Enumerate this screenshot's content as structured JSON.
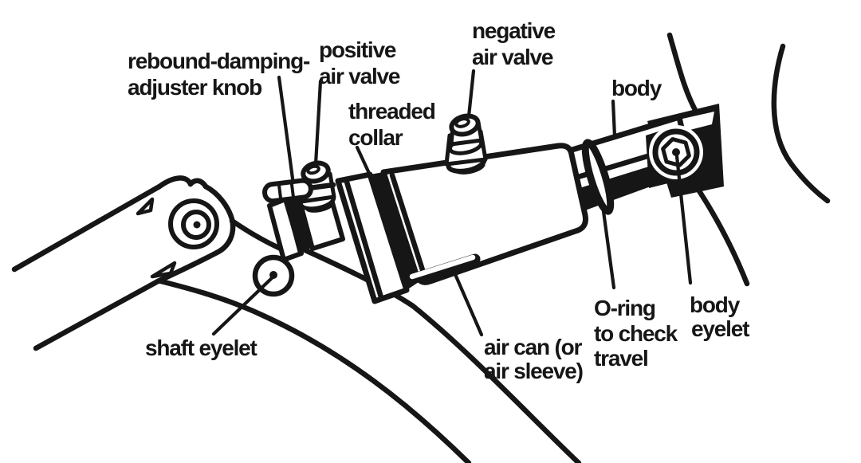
{
  "colors": {
    "ink": "#161616",
    "paper": "#ffffff"
  },
  "labels": {
    "rebound_knob": {
      "lines": [
        "rebound-damping-",
        "adjuster knob"
      ]
    },
    "positive_valve": {
      "lines": [
        "positive",
        "air valve"
      ]
    },
    "threaded_collar": {
      "lines": [
        "threaded",
        "collar"
      ]
    },
    "negative_valve": {
      "lines": [
        "negative",
        "air valve"
      ]
    },
    "body": {
      "lines": [
        "body"
      ]
    },
    "shaft_eyelet": {
      "lines": [
        "shaft eyelet"
      ]
    },
    "air_can": {
      "lines": [
        "air can (or",
        "air sleeve)"
      ]
    },
    "o_ring": {
      "lines": [
        "O-ring",
        "to check",
        "travel"
      ]
    },
    "body_eyelet": {
      "lines": [
        "body",
        "eyelet"
      ]
    }
  }
}
